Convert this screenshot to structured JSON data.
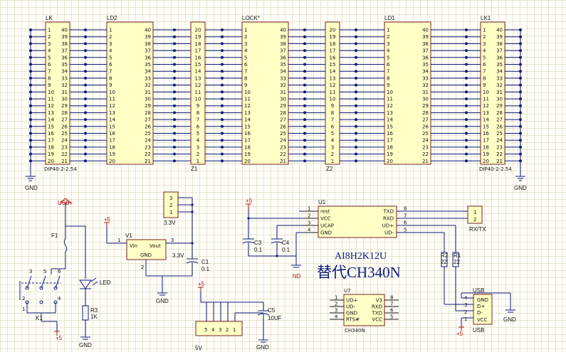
{
  "power": {
    "gnd": "GND",
    "usb_plus": "USB+",
    "plus5": "+5",
    "nd": "ND"
  },
  "headers": {
    "lk": {
      "ref": "LK",
      "footprint": "DIP40-2-2.54"
    },
    "ld2": {
      "ref": "LD2"
    },
    "z1": {
      "ref": "Z1"
    },
    "lock": {
      "ref": "LOCK*"
    },
    "z2": {
      "ref": "Z2"
    },
    "ld1": {
      "ref": "LD1"
    },
    "lk1": {
      "ref": "LK1",
      "footprint": "DIP40-2-2.54"
    },
    "left_pins": [
      "1",
      "2",
      "3",
      "4",
      "5",
      "6",
      "7",
      "8",
      "9",
      "10",
      "11",
      "12",
      "13",
      "14",
      "15",
      "16",
      "17",
      "18",
      "19",
      "20"
    ],
    "right_pins": [
      "40",
      "39",
      "38",
      "37",
      "36",
      "35",
      "34",
      "33",
      "32",
      "31",
      "30",
      "29",
      "28",
      "27",
      "26",
      "25",
      "24",
      "23",
      "22",
      "21"
    ],
    "z_pins": [
      "20",
      "19",
      "18",
      "17",
      "16",
      "15",
      "14",
      "13",
      "12",
      "11",
      "10",
      "9",
      "8",
      "7",
      "6",
      "5",
      "4",
      "3",
      "2",
      "1"
    ]
  },
  "u1": {
    "ref": "U1",
    "left_pin_nums": [
      "1",
      "2",
      "3",
      "4"
    ],
    "left_pin_names": [
      "rest",
      "VCC",
      "UCAP",
      "GND"
    ],
    "right_pin_nums": [
      "8",
      "7",
      "6",
      "5"
    ],
    "right_pin_names": [
      "TXD",
      "RXD",
      "UD+",
      "UD-"
    ],
    "part": "AI8H2K12U",
    "note": "替代CH340N"
  },
  "u7": {
    "ref": "U7",
    "left_pin_nums": [
      "1",
      "2",
      "3",
      "4"
    ],
    "left_pin_names": [
      "UD+",
      "UD-",
      "GND",
      "RTS#"
    ],
    "right_pin_nums": [
      "8",
      "7",
      "6",
      "5"
    ],
    "right_pin_names": [
      "V3",
      "RXD",
      "TXD",
      "VCC"
    ],
    "part": "CH340N"
  },
  "rxtx": {
    "pins": [
      "1",
      "2"
    ],
    "label": "RX/TX"
  },
  "sel3v3": {
    "pins": [
      "3",
      "2",
      "1"
    ],
    "label": "3.3V"
  },
  "v1": {
    "ref": "V1",
    "vin": "Vin",
    "vout": "Vout",
    "gnd": "GND",
    "pin1": "1",
    "pin3": "3",
    "pin2": "2",
    "out": "3.3V"
  },
  "c1": {
    "ref": "C1",
    "value": "0.1"
  },
  "c3": {
    "ref": "C3",
    "value": "0.1"
  },
  "c4": {
    "ref": "C4",
    "value": "0.1"
  },
  "c5": {
    "ref": "C5",
    "value": "10UF"
  },
  "r1": {
    "ref": "R1",
    "value": "22"
  },
  "r2": {
    "ref": "R2",
    "value": "22"
  },
  "r3": {
    "ref": "R3",
    "value": "1K"
  },
  "f1": {
    "ref": "F1"
  },
  "led": {
    "ref": "LED"
  },
  "k1": {
    "ref": "K1",
    "pins": [
      "3",
      "5",
      "6",
      "4",
      "2",
      "1"
    ]
  },
  "pwr5v": {
    "label": "5V",
    "pins": [
      "5",
      "4",
      "3",
      "2",
      "1"
    ]
  },
  "usb": {
    "ref": "USB",
    "pins": [
      "4",
      "3",
      "2",
      "1"
    ],
    "names": [
      "GND",
      "D+",
      "D-",
      "VCC"
    ],
    "label": "USB"
  }
}
